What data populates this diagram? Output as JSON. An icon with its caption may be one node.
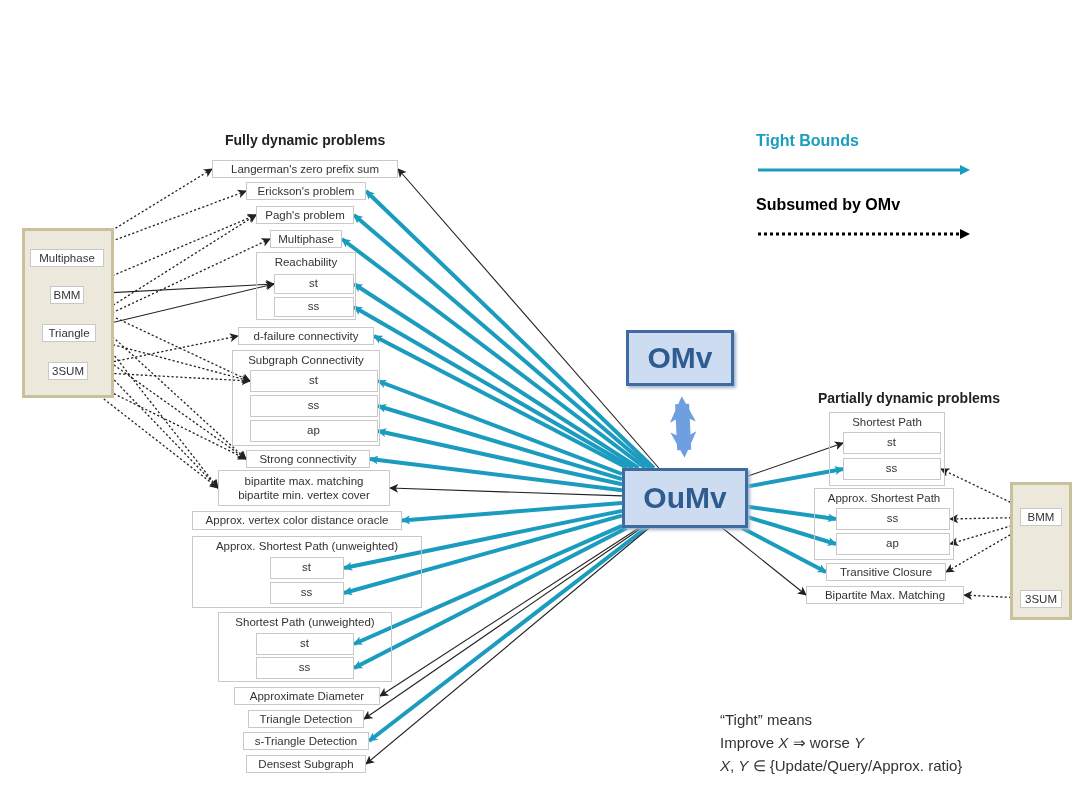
{
  "diagram": {
    "nodes": [
      {
        "text": [],
        "shape": "box"
      },
      {
        "text": [
          "Multiphase"
        ],
        "in": 0
      },
      {
        "text": [
          "BMM"
        ],
        "in": 0
      },
      {
        "text": [
          "Triangle"
        ],
        "in": 0
      },
      {
        "text": [
          "3SUM"
        ],
        "in": 0
      },
      {
        "text": [
          "Langerman's zero prefix sum"
        ]
      },
      {
        "text": [
          "Erickson's problem"
        ]
      },
      {
        "text": [
          "Pagh's problem"
        ]
      },
      {
        "text": [
          "Multiphase"
        ]
      },
      {
        "text": [
          "Reachability"
        ]
      },
      {
        "text": [
          "st"
        ],
        "in": 9
      },
      {
        "text": [
          "ss"
        ],
        "in": 9
      },
      {
        "text": [
          "d-failure connectivity"
        ]
      },
      {
        "text": [
          "Subgraph Connectivity"
        ]
      },
      {
        "text": [
          "st"
        ],
        "in": 13
      },
      {
        "text": [
          "ss"
        ],
        "in": 13
      },
      {
        "text": [
          "ap"
        ],
        "in": 13
      },
      {
        "text": [
          "Strong connectivity"
        ]
      },
      {
        "text": [
          "bipartite max. matching",
          "bipartite min. vertex cover"
        ]
      },
      {
        "text": [
          "Approx. vertex color distance oracle"
        ]
      },
      {
        "text": [
          "Approx. Shortest Path (unweighted)"
        ]
      },
      {
        "text": [
          "st"
        ],
        "in": 20
      },
      {
        "text": [
          "ss"
        ],
        "in": 20
      },
      {
        "text": [
          "Shortest Path (unweighted)"
        ]
      },
      {
        "text": [
          "st"
        ],
        "in": 23
      },
      {
        "text": [
          "ss"
        ],
        "in": 23
      },
      {
        "text": [
          "Approximate Diameter"
        ]
      },
      {
        "text": [
          "Triangle Detection"
        ]
      },
      {
        "text": [
          "s-Triangle Detection"
        ]
      },
      {
        "text": [
          "Densest Subgraph"
        ]
      },
      {
        "text": [
          "OMv"
        ]
      },
      {
        "text": [
          "OuMv"
        ]
      },
      {
        "text": [
          "Shortest Path"
        ]
      },
      {
        "text": [
          "st"
        ],
        "in": 32
      },
      {
        "text": [
          "ss"
        ],
        "in": 32
      },
      {
        "text": [
          "Approx. Shortest Path"
        ]
      },
      {
        "text": [
          "ss"
        ],
        "in": 35
      },
      {
        "text": [
          "ap"
        ],
        "in": 35
      },
      {
        "text": [
          "Transitive Closure"
        ]
      },
      {
        "text": [
          "Bipartite Max. Matching"
        ]
      },
      {
        "text": [],
        "shape": "box"
      },
      {
        "text": [
          "BMM"
        ],
        "in": 40
      },
      {
        "text": [
          "3SUM"
        ],
        "in": 40
      }
    ],
    "edges": [
      {
        "from": 30,
        "to": 31,
        "arrow": "both",
        "style": "thick",
        "color": "#6f9fe0"
      },
      {
        "from": 31,
        "to": 5,
        "arrow": "to"
      },
      {
        "from": 31,
        "to": 6,
        "arrow": "to",
        "style": "thick",
        "color": "#1b9cbf"
      },
      {
        "from": 31,
        "to": 7,
        "arrow": "to",
        "style": "thick",
        "color": "#1b9cbf"
      },
      {
        "from": 31,
        "to": 8,
        "arrow": "to",
        "style": "thick",
        "color": "#1b9cbf"
      },
      {
        "from": 31,
        "to": 10,
        "arrow": "to",
        "style": "thick",
        "color": "#1b9cbf"
      },
      {
        "from": 31,
        "to": 11,
        "arrow": "to",
        "style": "thick",
        "color": "#1b9cbf"
      },
      {
        "from": 31,
        "to": 12,
        "arrow": "to",
        "style": "thick",
        "color": "#1b9cbf"
      },
      {
        "from": 31,
        "to": 14,
        "arrow": "to",
        "style": "thick",
        "color": "#1b9cbf"
      },
      {
        "from": 31,
        "to": 15,
        "arrow": "to",
        "style": "thick",
        "color": "#1b9cbf"
      },
      {
        "from": 31,
        "to": 16,
        "arrow": "to",
        "style": "thick",
        "color": "#1b9cbf"
      },
      {
        "from": 31,
        "to": 17,
        "arrow": "to",
        "style": "thick",
        "color": "#1b9cbf"
      },
      {
        "from": 31,
        "to": 18,
        "arrow": "to"
      },
      {
        "from": 31,
        "to": 19,
        "arrow": "to",
        "style": "thick",
        "color": "#1b9cbf"
      },
      {
        "from": 31,
        "to": 21,
        "arrow": "to",
        "style": "thick",
        "color": "#1b9cbf"
      },
      {
        "from": 31,
        "to": 22,
        "arrow": "to",
        "style": "thick",
        "color": "#1b9cbf"
      },
      {
        "from": 31,
        "to": 24,
        "arrow": "to",
        "style": "thick",
        "color": "#1b9cbf"
      },
      {
        "from": 31,
        "to": 25,
        "arrow": "to",
        "style": "thick",
        "color": "#1b9cbf"
      },
      {
        "from": 31,
        "to": 26,
        "arrow": "to"
      },
      {
        "from": 31,
        "to": 27,
        "arrow": "to"
      },
      {
        "from": 31,
        "to": 28,
        "arrow": "to",
        "style": "thick",
        "color": "#1b9cbf"
      },
      {
        "from": 31,
        "to": 29,
        "arrow": "to"
      },
      {
        "from": 31,
        "to": 33,
        "arrow": "to"
      },
      {
        "from": 31,
        "to": 34,
        "arrow": "to",
        "style": "thick",
        "color": "#1b9cbf"
      },
      {
        "from": 31,
        "to": 36,
        "arrow": "to",
        "style": "thick",
        "color": "#1b9cbf"
      },
      {
        "from": 31,
        "to": 37,
        "arrow": "to",
        "style": "thick",
        "color": "#1b9cbf"
      },
      {
        "from": 31,
        "to": 38,
        "arrow": "to",
        "style": "thick",
        "color": "#1b9cbf"
      },
      {
        "from": 31,
        "to": 39,
        "arrow": "to"
      },
      {
        "from": 1,
        "to": 5,
        "arrow": "to",
        "style": "dashed"
      },
      {
        "from": 1,
        "to": 6,
        "arrow": "to",
        "style": "dashed"
      },
      {
        "from": 2,
        "to": 7,
        "arrow": "to",
        "style": "dashed"
      },
      {
        "from": 2,
        "to": 10,
        "arrow": "to"
      },
      {
        "from": 2,
        "to": 14,
        "arrow": "to",
        "style": "dashed"
      },
      {
        "from": 2,
        "to": 17,
        "arrow": "to",
        "style": "dashed"
      },
      {
        "from": 2,
        "to": 18,
        "arrow": "to",
        "style": "dashed"
      },
      {
        "from": 3,
        "to": 7,
        "arrow": "to",
        "style": "dashed"
      },
      {
        "from": 3,
        "to": 8,
        "arrow": "to",
        "style": "dashed"
      },
      {
        "from": 3,
        "to": 10,
        "arrow": "to"
      },
      {
        "from": 3,
        "to": 14,
        "arrow": "to",
        "style": "dashed"
      },
      {
        "from": 3,
        "to": 17,
        "arrow": "to",
        "style": "dashed"
      },
      {
        "from": 3,
        "to": 18,
        "arrow": "to",
        "style": "dashed"
      },
      {
        "from": 4,
        "to": 12,
        "arrow": "to",
        "style": "dashed"
      },
      {
        "from": 4,
        "to": 14,
        "arrow": "to",
        "style": "dashed"
      },
      {
        "from": 4,
        "to": 17,
        "arrow": "to",
        "style": "dashed"
      },
      {
        "from": 4,
        "to": 18,
        "arrow": "to",
        "style": "dashed"
      },
      {
        "from": 41,
        "to": 34,
        "arrow": "to",
        "style": "dashed"
      },
      {
        "from": 41,
        "to": 36,
        "arrow": "to",
        "style": "dashed"
      },
      {
        "from": 41,
        "to": 37,
        "arrow": "to",
        "style": "dashed"
      },
      {
        "from": 41,
        "to": 38,
        "arrow": "to",
        "style": "dashed"
      },
      {
        "from": 42,
        "to": 39,
        "arrow": "to",
        "style": "dashed"
      }
    ],
    "labels": [
      "Fully dynamic problems",
      "Partially dynamic problems",
      "“Tight” means",
      "Improve *X* ⇒ worse *Y*",
      "*X*, *Y* ∈ {Update/Query/Approx. ratio}"
    ],
    "legend": [
      {
        "text": "Tight Bounds"
      },
      {
        "text": "Subsumed by OMv"
      }
    ]
  }
}
